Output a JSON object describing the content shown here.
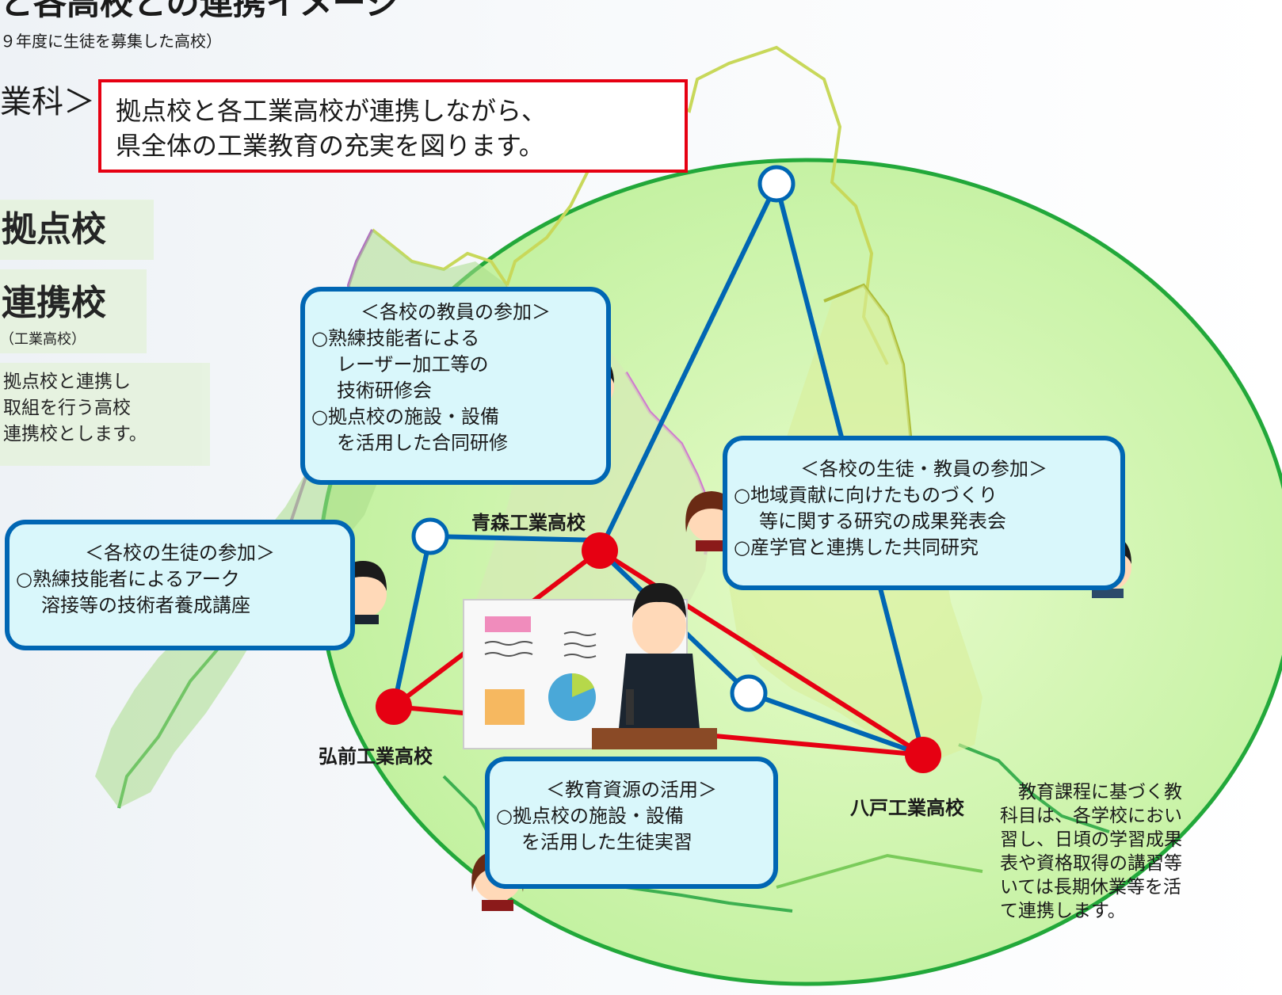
{
  "header": {
    "title": "と各高校との連携イメージ",
    "subtitle": "９年度に生徒を募集した高校）",
    "section": "業科＞"
  },
  "callout": {
    "line1": "拠点校と各工業高校が連携しながら、",
    "line2": "県全体の工業教育の充実を図ります。"
  },
  "legend": {
    "kyoten": "拠点校",
    "renkei": "連携校",
    "renkei_sub": "（工業高校）",
    "note_lines": [
      "拠点校と連携し",
      "取組を行う高校",
      "連携校とします。"
    ]
  },
  "bubbles": {
    "teacher": {
      "head": "＜各校の教員の参加＞",
      "l1": "○熟練技能者による",
      "l2": "レーザー加工等の",
      "l3": "技術研修会",
      "l4": "○拠点校の施設・設備",
      "l5": "を活用した合同研修"
    },
    "student": {
      "head": "＜各校の生徒の参加＞",
      "l1": "○熟練技能者によるアーク",
      "l2": "溶接等の技術者養成講座"
    },
    "students_teachers": {
      "head": "＜各校の生徒・教員の参加＞",
      "l1": "○地域貢献に向けたものづくり",
      "l2": "等に関する研究の成果発表会",
      "l3": "○産学官と連携した共同研究"
    },
    "resource": {
      "head": "＜教育資源の活用＞",
      "l1": "○拠点校の施設・設備",
      "l2": "を活用した生徒実習"
    }
  },
  "schools": {
    "aomori": "青森工業高校",
    "hirosaki": "弘前工業高校",
    "hachinohe": "八戸工業高校"
  },
  "note_right": {
    "lines": [
      "　教育課程に基づく教",
      "科目は、各学校におい",
      "習し、日頃の学習成果",
      "表や資格取得の講習等",
      "いては長期休業等を活",
      "て連携します。"
    ]
  },
  "colors": {
    "kyoten_node": "#e60012",
    "renkei_link": "#0066b3",
    "ellipse_fill": "#c8f2a8",
    "ellipse_stroke": "#22a83a",
    "bubble_fill": "#d9f7fb"
  }
}
